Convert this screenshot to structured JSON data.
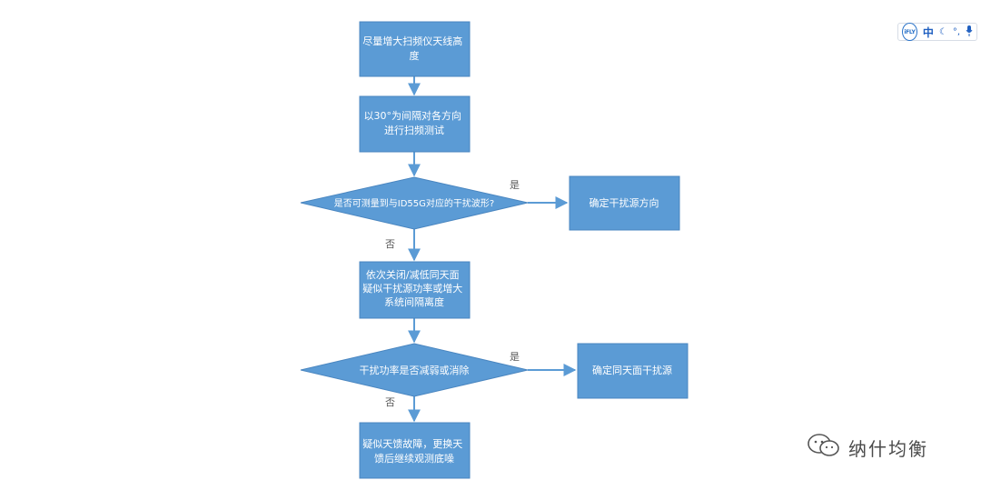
{
  "nodes": {
    "step1": [
      "尽量增大扫频仪天线高",
      "度"
    ],
    "step2": [
      "以30°为间隔对各方向",
      "进行扫频测试"
    ],
    "decision1": "是否可测量到与ID55G对应的干扰波形?",
    "result1": "确定干扰源方向",
    "step3": [
      "依次关闭/减低同天面",
      "疑似干扰源功率或增大",
      "系统间隔离度"
    ],
    "decision2": "干扰功率是否减弱或消除",
    "result2": "确定同天面干扰源",
    "step4": [
      "疑似天馈故障，更换天",
      "馈后继续观测底噪"
    ]
  },
  "labels": {
    "yes1": "是",
    "no1": "否",
    "yes2": "是",
    "no2": "否"
  },
  "colors": {
    "fill": "#5b9bd5",
    "stroke": "#4a86c0",
    "text": "#ffffff",
    "connector": "#5b9bd5",
    "label": "#595959"
  },
  "ime": {
    "logo": "iFLY",
    "mode": "中",
    "icons": [
      "moon-icon",
      "dot-icon",
      "mic-icon"
    ]
  },
  "watermark": {
    "text": "纳什均衡",
    "icon": "wechat-icon"
  }
}
